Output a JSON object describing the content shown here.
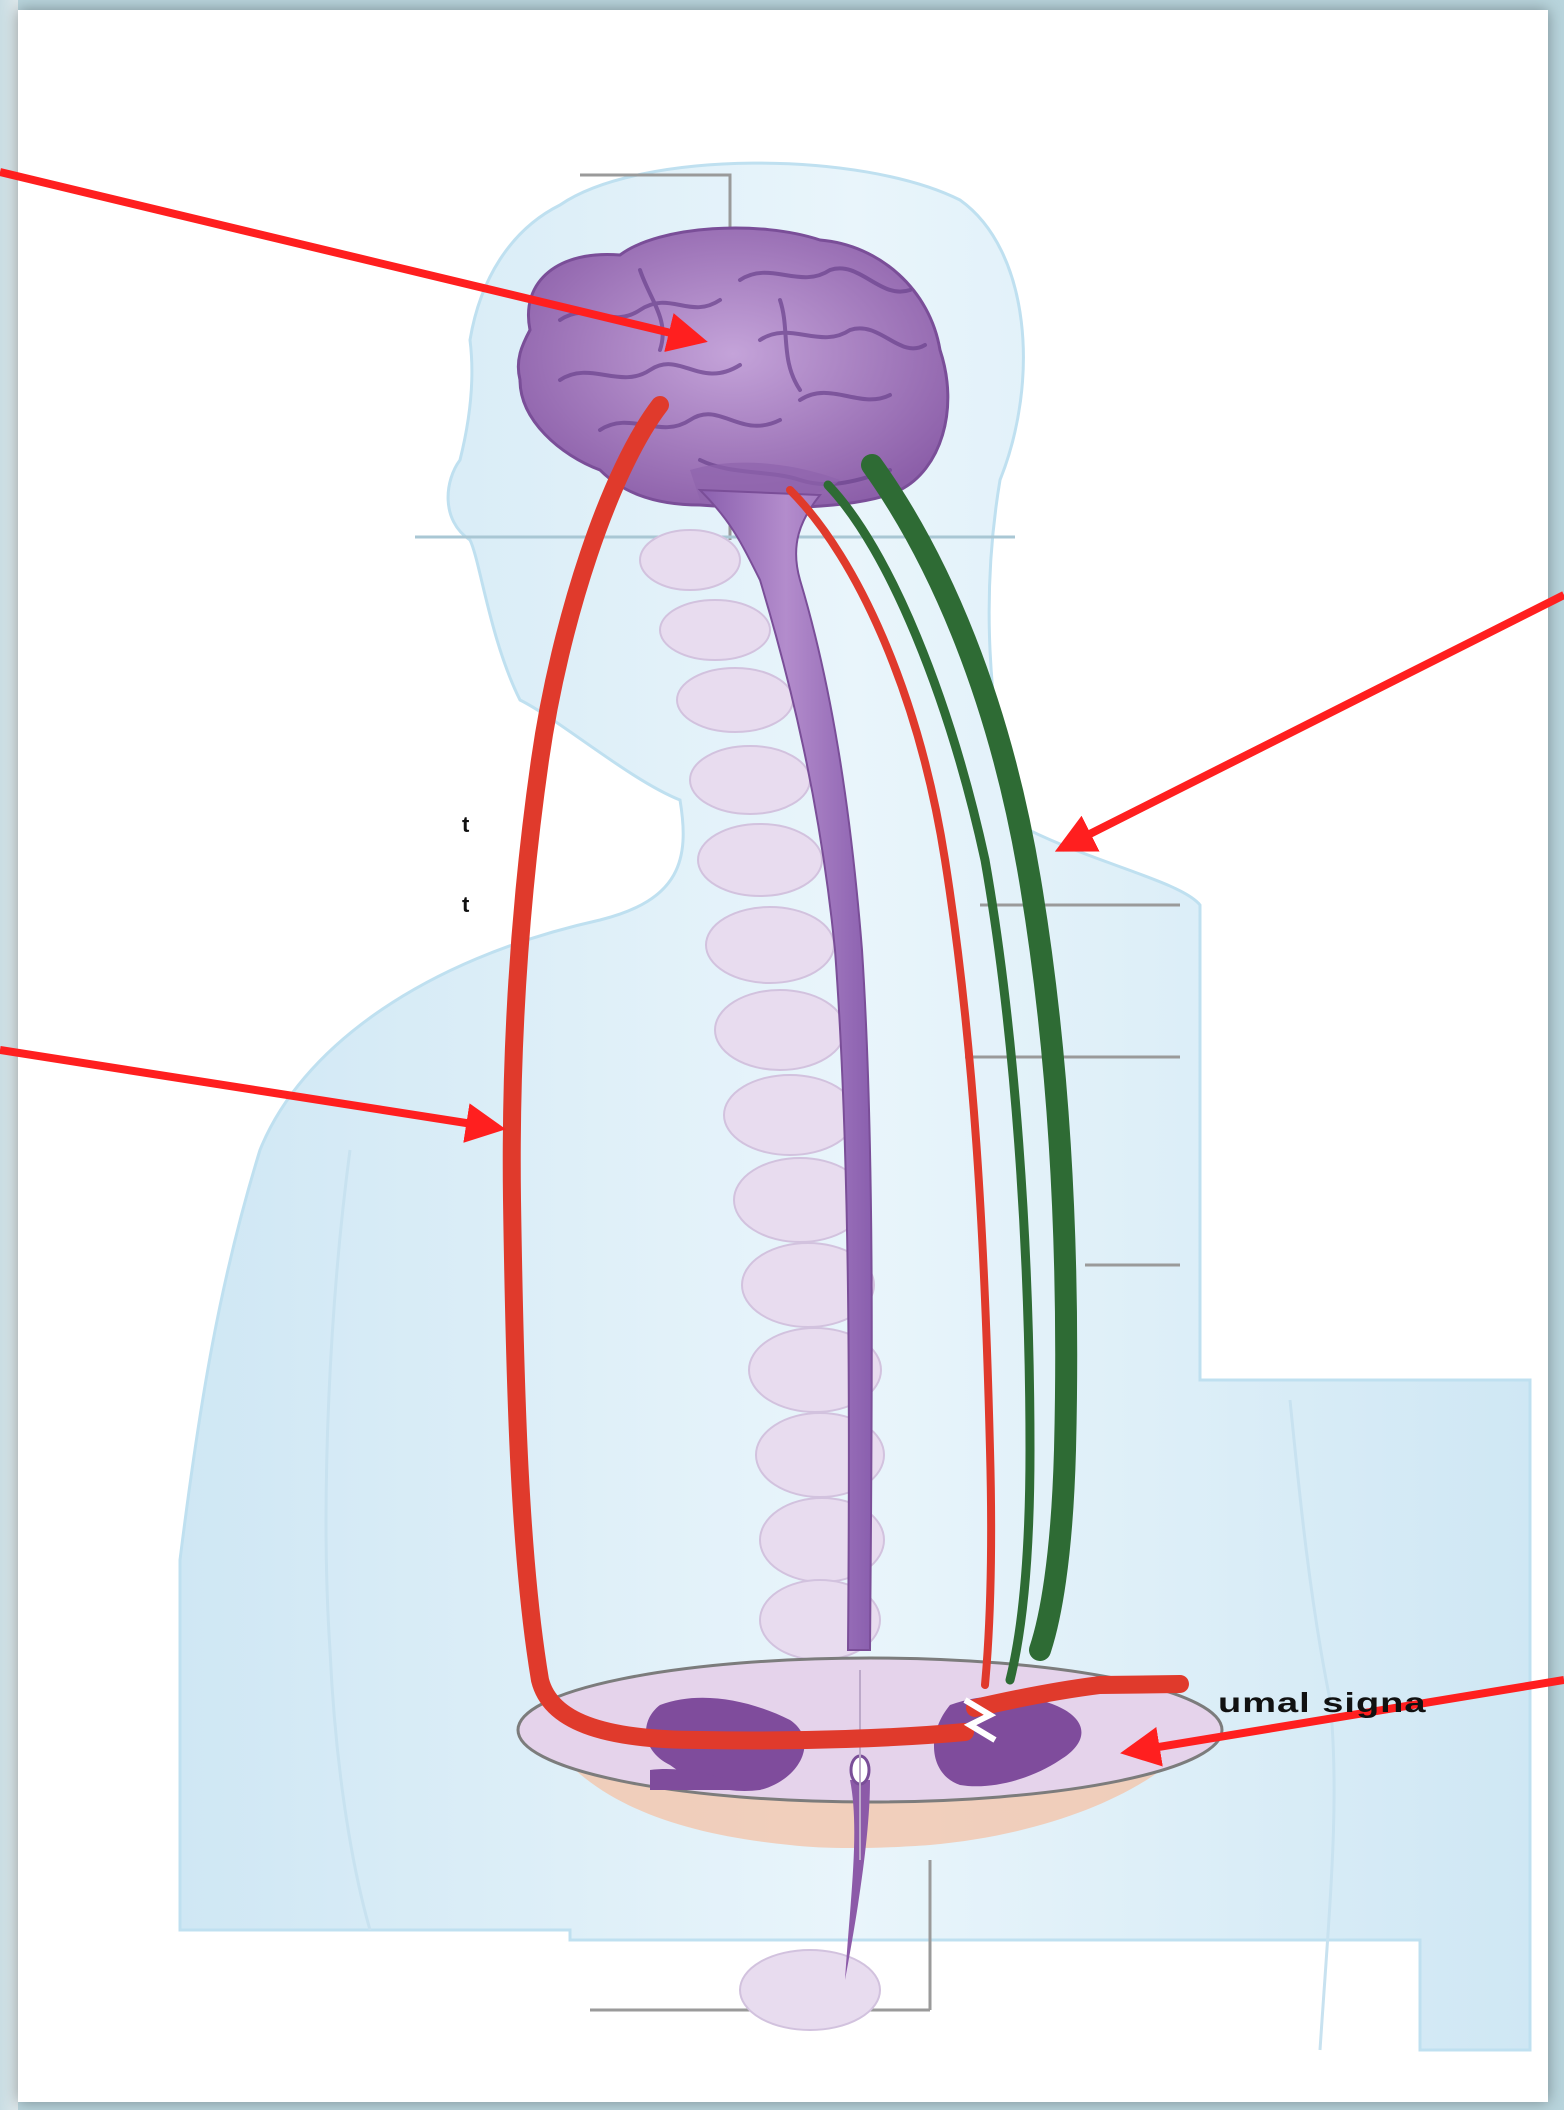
{
  "labels": {
    "cut_fragment_left_1": "t",
    "cut_fragment_left_2": "t",
    "cut_fragment_right": "umal signa"
  },
  "colors": {
    "background": "#b8d4dc",
    "body_silhouette": "#d6ecf7",
    "brain": "#9b6fb8",
    "spinal_cord": "#9a70b8",
    "vertebrae": "#e6d9ee",
    "ascending_pathway": "#e03a2c",
    "descending_pathway": "#2e6b34",
    "pointer_arrow": "#ff1f1f"
  },
  "icons": {
    "pointer": "arrow-icon"
  }
}
